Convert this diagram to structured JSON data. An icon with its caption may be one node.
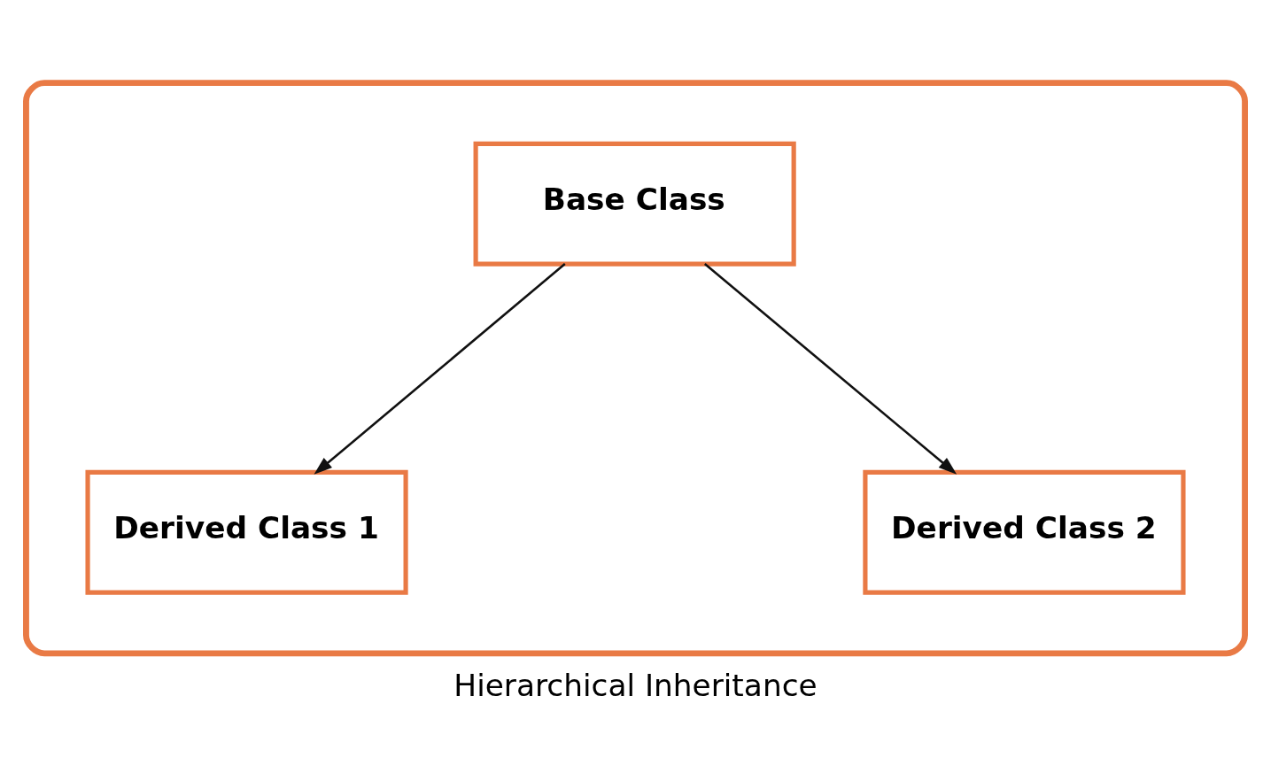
{
  "diagram": {
    "caption": "Hierarchical Inheritance",
    "nodes": [
      {
        "text": [],
        "shape": "box"
      },
      {
        "text": [
          "Base Class"
        ],
        "in": 0
      },
      {
        "text": [
          "Derived Class 1"
        ],
        "in": 0
      },
      {
        "text": [
          "Derived Class 2"
        ],
        "in": 0
      }
    ],
    "edges": [
      {
        "from": 1,
        "to": 2,
        "arrow": "to"
      },
      {
        "from": 1,
        "to": 3,
        "arrow": "to"
      }
    ]
  }
}
